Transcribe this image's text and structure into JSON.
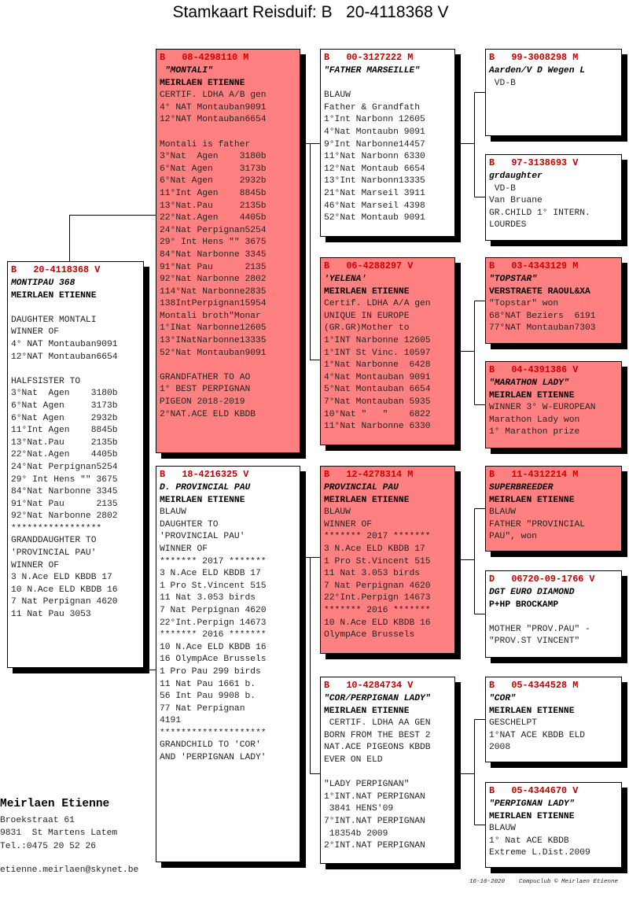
{
  "title": "Stamkaart Reisduif: B   20-4118368 V",
  "colors": {
    "highlight": "#ff8080",
    "ring_text": "#c00000"
  },
  "boxes": {
    "subject": {
      "pink": false,
      "header": "B   20-4118368 V",
      "lines": [
        {
          "s": "i",
          "t": "MONTIPAU 368"
        },
        {
          "s": "b",
          "t": "MEIRLAEN ETIENNE"
        },
        {
          "s": "n",
          "t": ""
        },
        {
          "s": "n",
          "t": "DAUGHTER MONTALI"
        },
        {
          "s": "n",
          "t": "WINNER OF"
        },
        {
          "s": "n",
          "t": "4° NAT Montauban9091"
        },
        {
          "s": "n",
          "t": "12°NAT Montauban6654"
        },
        {
          "s": "n",
          "t": ""
        },
        {
          "s": "n",
          "t": "HALFSISTER TO"
        },
        {
          "s": "n",
          "t": "3°Nat  Agen    3180b"
        },
        {
          "s": "n",
          "t": "6°Nat Agen     3173b"
        },
        {
          "s": "n",
          "t": "6°Nat Agen     2932b"
        },
        {
          "s": "n",
          "t": "11°Int Agen    8845b"
        },
        {
          "s": "n",
          "t": "13°Nat.Pau     2135b"
        },
        {
          "s": "n",
          "t": "22°Nat.Agen    4405b"
        },
        {
          "s": "n",
          "t": "24°Nat Perpignan5254"
        },
        {
          "s": "n",
          "t": "29° Int Hens \"\" 3675"
        },
        {
          "s": "n",
          "t": "84°Nat Narbonne 3345"
        },
        {
          "s": "n",
          "t": "91°Nat Pau      2135"
        },
        {
          "s": "n",
          "t": "92°Nat Narbonne 2802"
        },
        {
          "s": "n",
          "t": "*****************"
        },
        {
          "s": "n",
          "t": "GRANDDAUGHTER TO"
        },
        {
          "s": "n",
          "t": "'PROVINCIAL PAU'"
        },
        {
          "s": "n",
          "t": "WINNER OF"
        },
        {
          "s": "n",
          "t": "3 N.Ace ELD KBDB 17"
        },
        {
          "s": "n",
          "t": "10 N.Ace ELD KBDB 16"
        },
        {
          "s": "n",
          "t": "7 Nat Perpignan 4620"
        },
        {
          "s": "n",
          "t": "11 Nat Pau 3053"
        }
      ]
    },
    "sire": {
      "pink": true,
      "header": "B   08-4298110 M",
      "lines": [
        {
          "s": "i",
          "t": " \"MONTALI\""
        },
        {
          "s": "b",
          "t": "MEIRLAEN ETIENNE"
        },
        {
          "s": "n",
          "t": "CERTIF. LDHA A/B gen"
        },
        {
          "s": "n",
          "t": "4° NAT Montauban9091"
        },
        {
          "s": "n",
          "t": "12°NAT Montauban6654"
        },
        {
          "s": "n",
          "t": ""
        },
        {
          "s": "n",
          "t": "Montali is father"
        },
        {
          "s": "n",
          "t": "3°Nat  Agen    3180b"
        },
        {
          "s": "n",
          "t": "6°Nat Agen     3173b"
        },
        {
          "s": "n",
          "t": "6°Nat Agen     2932b"
        },
        {
          "s": "n",
          "t": "11°Int Agen    8845b"
        },
        {
          "s": "n",
          "t": "13°Nat.Pau     2135b"
        },
        {
          "s": "n",
          "t": "22°Nat.Agen    4405b"
        },
        {
          "s": "n",
          "t": "24°Nat Perpignan5254"
        },
        {
          "s": "n",
          "t": "29° Int Hens \"\" 3675"
        },
        {
          "s": "n",
          "t": "84°Nat Narbonne 3345"
        },
        {
          "s": "n",
          "t": "91°Nat Pau      2135"
        },
        {
          "s": "n",
          "t": "92°Nat Narbonne 2802"
        },
        {
          "s": "n",
          "t": "114°Nat Narbonne2835"
        },
        {
          "s": "n",
          "t": "138IntPerpignan15954"
        },
        {
          "s": "n",
          "t": "Montali broth\"Monar"
        },
        {
          "s": "n",
          "t": "1°INat Narbonne12605"
        },
        {
          "s": "n",
          "t": "13°INatNarbonne13335"
        },
        {
          "s": "n",
          "t": "52°Nat Montauban9091"
        },
        {
          "s": "n",
          "t": ""
        },
        {
          "s": "n",
          "t": "GRANDFATHER TO AO"
        },
        {
          "s": "n",
          "t": "1° BEST PERPIGNAN"
        },
        {
          "s": "n",
          "t": "PIGEON 2018-2019"
        },
        {
          "s": "n",
          "t": "2°NAT.ACE ELD KBDB"
        }
      ]
    },
    "dam": {
      "pink": false,
      "header": "B   18-4216325 V",
      "lines": [
        {
          "s": "i",
          "t": "D. PROVINCIAL PAU"
        },
        {
          "s": "b",
          "t": "MEIRLAEN ETIENNE"
        },
        {
          "s": "n",
          "t": "BLAUW"
        },
        {
          "s": "n",
          "t": "DAUGHTER TO"
        },
        {
          "s": "n",
          "t": "'PROVINCIAL PAU'"
        },
        {
          "s": "n",
          "t": "WINNER OF"
        },
        {
          "s": "n",
          "t": "******* 2017 *******"
        },
        {
          "s": "n",
          "t": "3 N.Ace ELD KBDB 17"
        },
        {
          "s": "n",
          "t": "1 Pro St.Vincent 515"
        },
        {
          "s": "n",
          "t": "11 Nat 3.053 birds"
        },
        {
          "s": "n",
          "t": "7 Nat Perpignan 4620"
        },
        {
          "s": "n",
          "t": "22°Int.Perpign 14673"
        },
        {
          "s": "n",
          "t": "******* 2016 *******"
        },
        {
          "s": "n",
          "t": "10 N.Ace ELD KBDB 16"
        },
        {
          "s": "n",
          "t": "16 OlympAce Brussels"
        },
        {
          "s": "n",
          "t": "1 Pro Pau 299 birds"
        },
        {
          "s": "n",
          "t": "11 Nat Pau 1661 b."
        },
        {
          "s": "n",
          "t": "56 Int Pau 9908 b."
        },
        {
          "s": "n",
          "t": "77 Nat Perpignan"
        },
        {
          "s": "n",
          "t": "4191"
        },
        {
          "s": "n",
          "t": "********************"
        },
        {
          "s": "n",
          "t": "GRANDCHILD TO 'COR'"
        },
        {
          "s": "n",
          "t": "AND 'PERPIGNAN LADY'"
        }
      ]
    },
    "ss": {
      "pink": false,
      "header": "B   00-3127222 M",
      "lines": [
        {
          "s": "i",
          "t": "\"FATHER MARSEILLE\""
        },
        {
          "s": "n",
          "t": ""
        },
        {
          "s": "n",
          "t": "BLAUW"
        },
        {
          "s": "n",
          "t": "Father & Grandfath"
        },
        {
          "s": "n",
          "t": "1°Int Narbonn 12605"
        },
        {
          "s": "n",
          "t": "4°Nat Montaubn 9091"
        },
        {
          "s": "n",
          "t": "9°Int Narbonne14457"
        },
        {
          "s": "n",
          "t": "11°Nat Narbonn 6330"
        },
        {
          "s": "n",
          "t": "12°Nat Montaub 6654"
        },
        {
          "s": "n",
          "t": "13°Int Narbonn13335"
        },
        {
          "s": "n",
          "t": "21°Nat Marseil 3911"
        },
        {
          "s": "n",
          "t": "46°Nat Marseil 4398"
        },
        {
          "s": "n",
          "t": "52°Nat Montaub 9091"
        }
      ]
    },
    "sd": {
      "pink": true,
      "header": "B   06-4288297 V",
      "lines": [
        {
          "s": "i",
          "t": "'YELENA'"
        },
        {
          "s": "b",
          "t": "MEIRLAEN ETIENNE"
        },
        {
          "s": "n",
          "t": "Certif. LDHA A/A gen"
        },
        {
          "s": "n",
          "t": "UNIQUE IN EUROPE"
        },
        {
          "s": "n",
          "t": "(GR.GR)Mother to"
        },
        {
          "s": "n",
          "t": "1°INT Narbonne 12605"
        },
        {
          "s": "n",
          "t": "1°INT St Vinc. 10597"
        },
        {
          "s": "n",
          "t": "1°Nat Narbonne  6428"
        },
        {
          "s": "n",
          "t": "4°Nat Montauban 9091"
        },
        {
          "s": "n",
          "t": "5°Nat Montauban 6654"
        },
        {
          "s": "n",
          "t": "7°Nat Montauban 5935"
        },
        {
          "s": "n",
          "t": "10°Nat \"   \"    6822"
        },
        {
          "s": "n",
          "t": "11°Nat Narbonne 6330"
        }
      ]
    },
    "ds": {
      "pink": true,
      "header": "B   12-4278314 M",
      "lines": [
        {
          "s": "i",
          "t": "PROVINCIAL PAU"
        },
        {
          "s": "b",
          "t": "MEIRLAEN ETIENNE"
        },
        {
          "s": "n",
          "t": "BLAUW"
        },
        {
          "s": "n",
          "t": "WINNER OF"
        },
        {
          "s": "n",
          "t": "******* 2017 *******"
        },
        {
          "s": "n",
          "t": "3 N.Ace ELD KBDB 17"
        },
        {
          "s": "n",
          "t": "1 Pro St.Vincent 515"
        },
        {
          "s": "n",
          "t": "11 Nat 3.053 birds"
        },
        {
          "s": "n",
          "t": "7 Nat Perpignan 4620"
        },
        {
          "s": "n",
          "t": "22°Int.Perpign 14673"
        },
        {
          "s": "n",
          "t": "******* 2016 *******"
        },
        {
          "s": "n",
          "t": "10 N.Ace ELD KBDB 16"
        },
        {
          "s": "n",
          "t": "OlympAce Brussels"
        }
      ]
    },
    "dd": {
      "pink": false,
      "header": "B   10-4284734 V",
      "lines": [
        {
          "s": "i",
          "t": "\"COR/PERPIGNAN LADY\""
        },
        {
          "s": "b",
          "t": "MEIRLAEN ETIENNE"
        },
        {
          "s": "n",
          "t": " CERTIF. LDHA AA GEN"
        },
        {
          "s": "n",
          "t": "BORN FROM THE BEST 2"
        },
        {
          "s": "n",
          "t": "NAT.ACE PIGEONS KBDB"
        },
        {
          "s": "n",
          "t": "EVER ON ELD"
        },
        {
          "s": "n",
          "t": ""
        },
        {
          "s": "n",
          "t": "\"LADY PERPIGNAN\""
        },
        {
          "s": "n",
          "t": "1°INT.NAT PERPIGNAN"
        },
        {
          "s": "n",
          "t": " 3841 HENS'09"
        },
        {
          "s": "n",
          "t": "7°INT.NAT PERPIGNAN"
        },
        {
          "s": "n",
          "t": " 18354b 2009"
        },
        {
          "s": "n",
          "t": "2°INT.NAT PERPIGNAN"
        }
      ]
    },
    "sss": {
      "pink": false,
      "header": "B   99-3008298 M",
      "lines": [
        {
          "s": "i",
          "t": "Aarden/V D Wegen L"
        },
        {
          "s": "n",
          "t": " VD-B"
        }
      ]
    },
    "ssd": {
      "pink": false,
      "header": "B   97-3138693 V",
      "lines": [
        {
          "s": "i",
          "t": "grdaughter"
        },
        {
          "s": "n",
          "t": " VD-B"
        },
        {
          "s": "n",
          "t": "Van Bruane"
        },
        {
          "s": "n",
          "t": "GR.CHILD 1° INTERN."
        },
        {
          "s": "n",
          "t": "LOURDES"
        }
      ]
    },
    "sds": {
      "pink": true,
      "header": "B   03-4343129 M",
      "lines": [
        {
          "s": "i",
          "t": "\"TOPSTAR\""
        },
        {
          "s": "b",
          "t": "VERSTRAETE RAOUL&XA"
        },
        {
          "s": "n",
          "t": "\"Topstar\" won"
        },
        {
          "s": "n",
          "t": "68°NAT Beziers  6191"
        },
        {
          "s": "n",
          "t": "77°NAT Montauban7303"
        }
      ]
    },
    "sdd": {
      "pink": true,
      "header": "B   04-4391386 V",
      "lines": [
        {
          "s": "i",
          "t": "\"MARATHON LADY\""
        },
        {
          "s": "b",
          "t": "MEIRLAEN ETIENNE"
        },
        {
          "s": "n",
          "t": "WINNER 3° W-EUROPEAN"
        },
        {
          "s": "n",
          "t": "Marathon Lady won"
        },
        {
          "s": "n",
          "t": "1° Marathon prize"
        }
      ]
    },
    "dss": {
      "pink": true,
      "header": "B   11-4312214 M",
      "lines": [
        {
          "s": "i",
          "t": "SUPERBREEDER"
        },
        {
          "s": "b",
          "t": "MEIRLAEN ETIENNE"
        },
        {
          "s": "n",
          "t": "BLAUW"
        },
        {
          "s": "n",
          "t": "FATHER \"PROVINCIAL"
        },
        {
          "s": "n",
          "t": "PAU\", won"
        }
      ]
    },
    "dsd": {
      "pink": false,
      "header": "D   06720-09-1766 V",
      "lines": [
        {
          "s": "i",
          "t": "DGT EURO DIAMOND"
        },
        {
          "s": "b",
          "t": "P+HP BROCKAMP"
        },
        {
          "s": "n",
          "t": ""
        },
        {
          "s": "n",
          "t": "MOTHER \"PROV.PAU\" -"
        },
        {
          "s": "n",
          "t": "\"PROV.ST VINCENT\""
        }
      ]
    },
    "dds": {
      "pink": false,
      "header": "B   05-4344528 M",
      "lines": [
        {
          "s": "i",
          "t": "\"COR\""
        },
        {
          "s": "b",
          "t": "MEIRLAEN ETIENNE"
        },
        {
          "s": "n",
          "t": "GESCHELPT"
        },
        {
          "s": "n",
          "t": "1°NAT ACE KBDB ELD"
        },
        {
          "s": "n",
          "t": "2008"
        }
      ]
    },
    "ddd": {
      "pink": false,
      "header": "B   05-4344670 V",
      "lines": [
        {
          "s": "i",
          "t": "\"PERPIGNAN LADY\""
        },
        {
          "s": "b",
          "t": "MEIRLAEN ETIENNE"
        },
        {
          "s": "n",
          "t": "BLAUW"
        },
        {
          "s": "n",
          "t": "1° Nat ACE KBDB"
        },
        {
          "s": "n",
          "t": "Extreme L.Dist.2009"
        }
      ]
    }
  },
  "owner": {
    "name": "Meirlaen Etienne",
    "street": "Broekstraat 61",
    "city": "9831  St Martens Latem",
    "phone": "Tel.:0475 20 52 26",
    "email": "etienne.meirlaen@skynet.be"
  },
  "footer": "16-10-2020    Compuclub © Meirlaen Etienne"
}
